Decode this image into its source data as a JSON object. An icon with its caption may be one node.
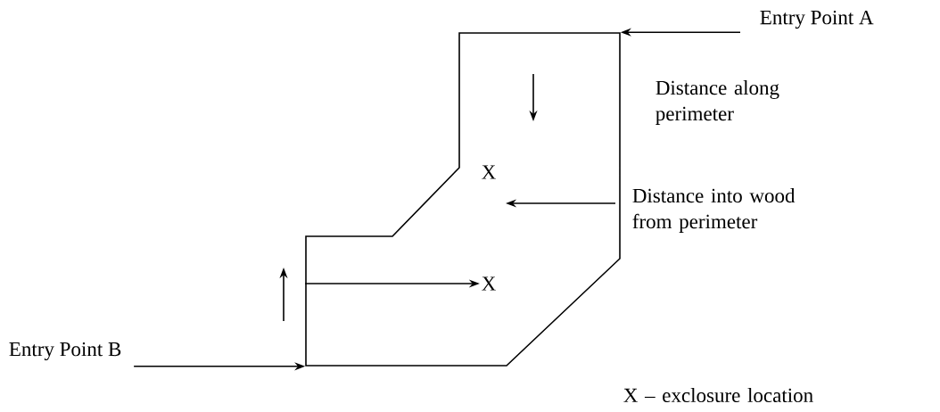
{
  "diagram": {
    "nodes": [
      {
        "text": [
          "Entry Point A"
        ]
      },
      {
        "text": [],
        "shape": "polygon"
      },
      {
        "text": [
          "Entry Point B"
        ]
      },
      {
        "text": [
          "X"
        ],
        "in": 1
      },
      {
        "text": [
          "X"
        ],
        "in": 1
      }
    ],
    "edges": [
      {
        "from": 0,
        "to": 1,
        "arrow": "to"
      },
      {
        "from": 2,
        "to": 1,
        "arrow": "to"
      },
      {
        "from": 1,
        "to": 4,
        "arrow": "to"
      }
    ],
    "labels": [
      "Distance along perimeter",
      "Distance into wood from perimeter",
      "X – exclosure location"
    ]
  }
}
